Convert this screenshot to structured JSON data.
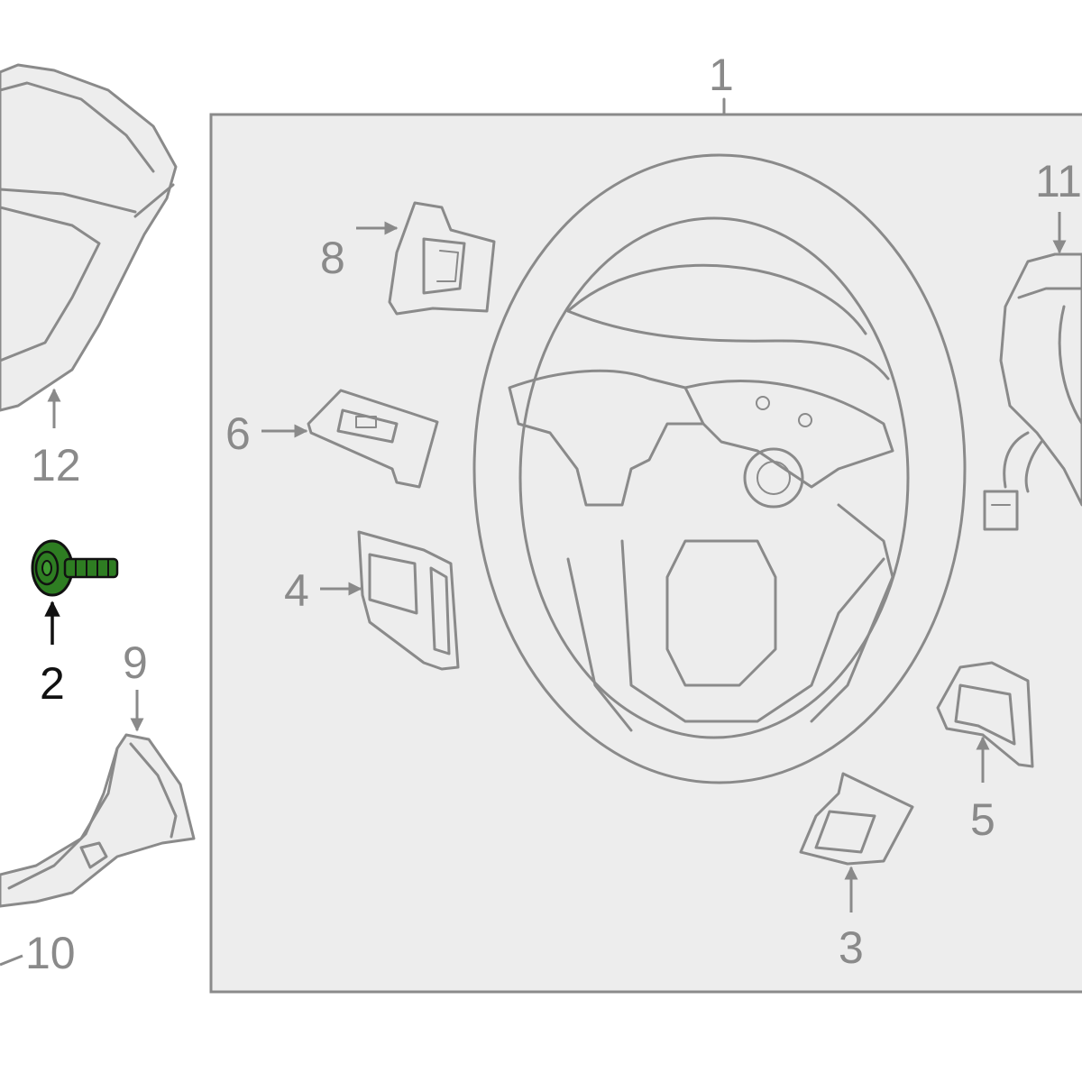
{
  "callouts": {
    "c1": "1",
    "c2": "2",
    "c3": "3",
    "c4": "4",
    "c5": "5",
    "c6": "6",
    "c8": "8",
    "c9": "9",
    "c10": "10",
    "c11": "11",
    "c12": "12"
  },
  "colors": {
    "line": "#8a8a8a",
    "box_fill": "#ededed",
    "highlight_part": "#2e7d22",
    "highlight_label": "#111111",
    "background": "#ffffff"
  },
  "highlighted_part": "2"
}
